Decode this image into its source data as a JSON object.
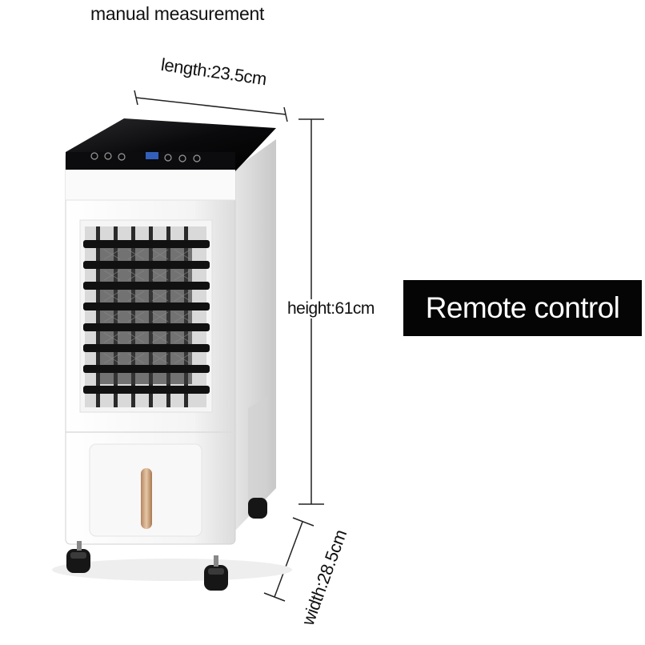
{
  "caption": "manual measurement",
  "dimensions": {
    "length": "length:23.5cm",
    "height": "height:61cm",
    "width": "width:28.5cm"
  },
  "banner": "Remote control",
  "colors": {
    "banner_background": "#050505",
    "banner_text": "#ffffff",
    "top_panel": "#0c0c0e",
    "body": "#f2f2f2",
    "water_gauge": "#c9a27e",
    "display": "#3a6fd8"
  }
}
